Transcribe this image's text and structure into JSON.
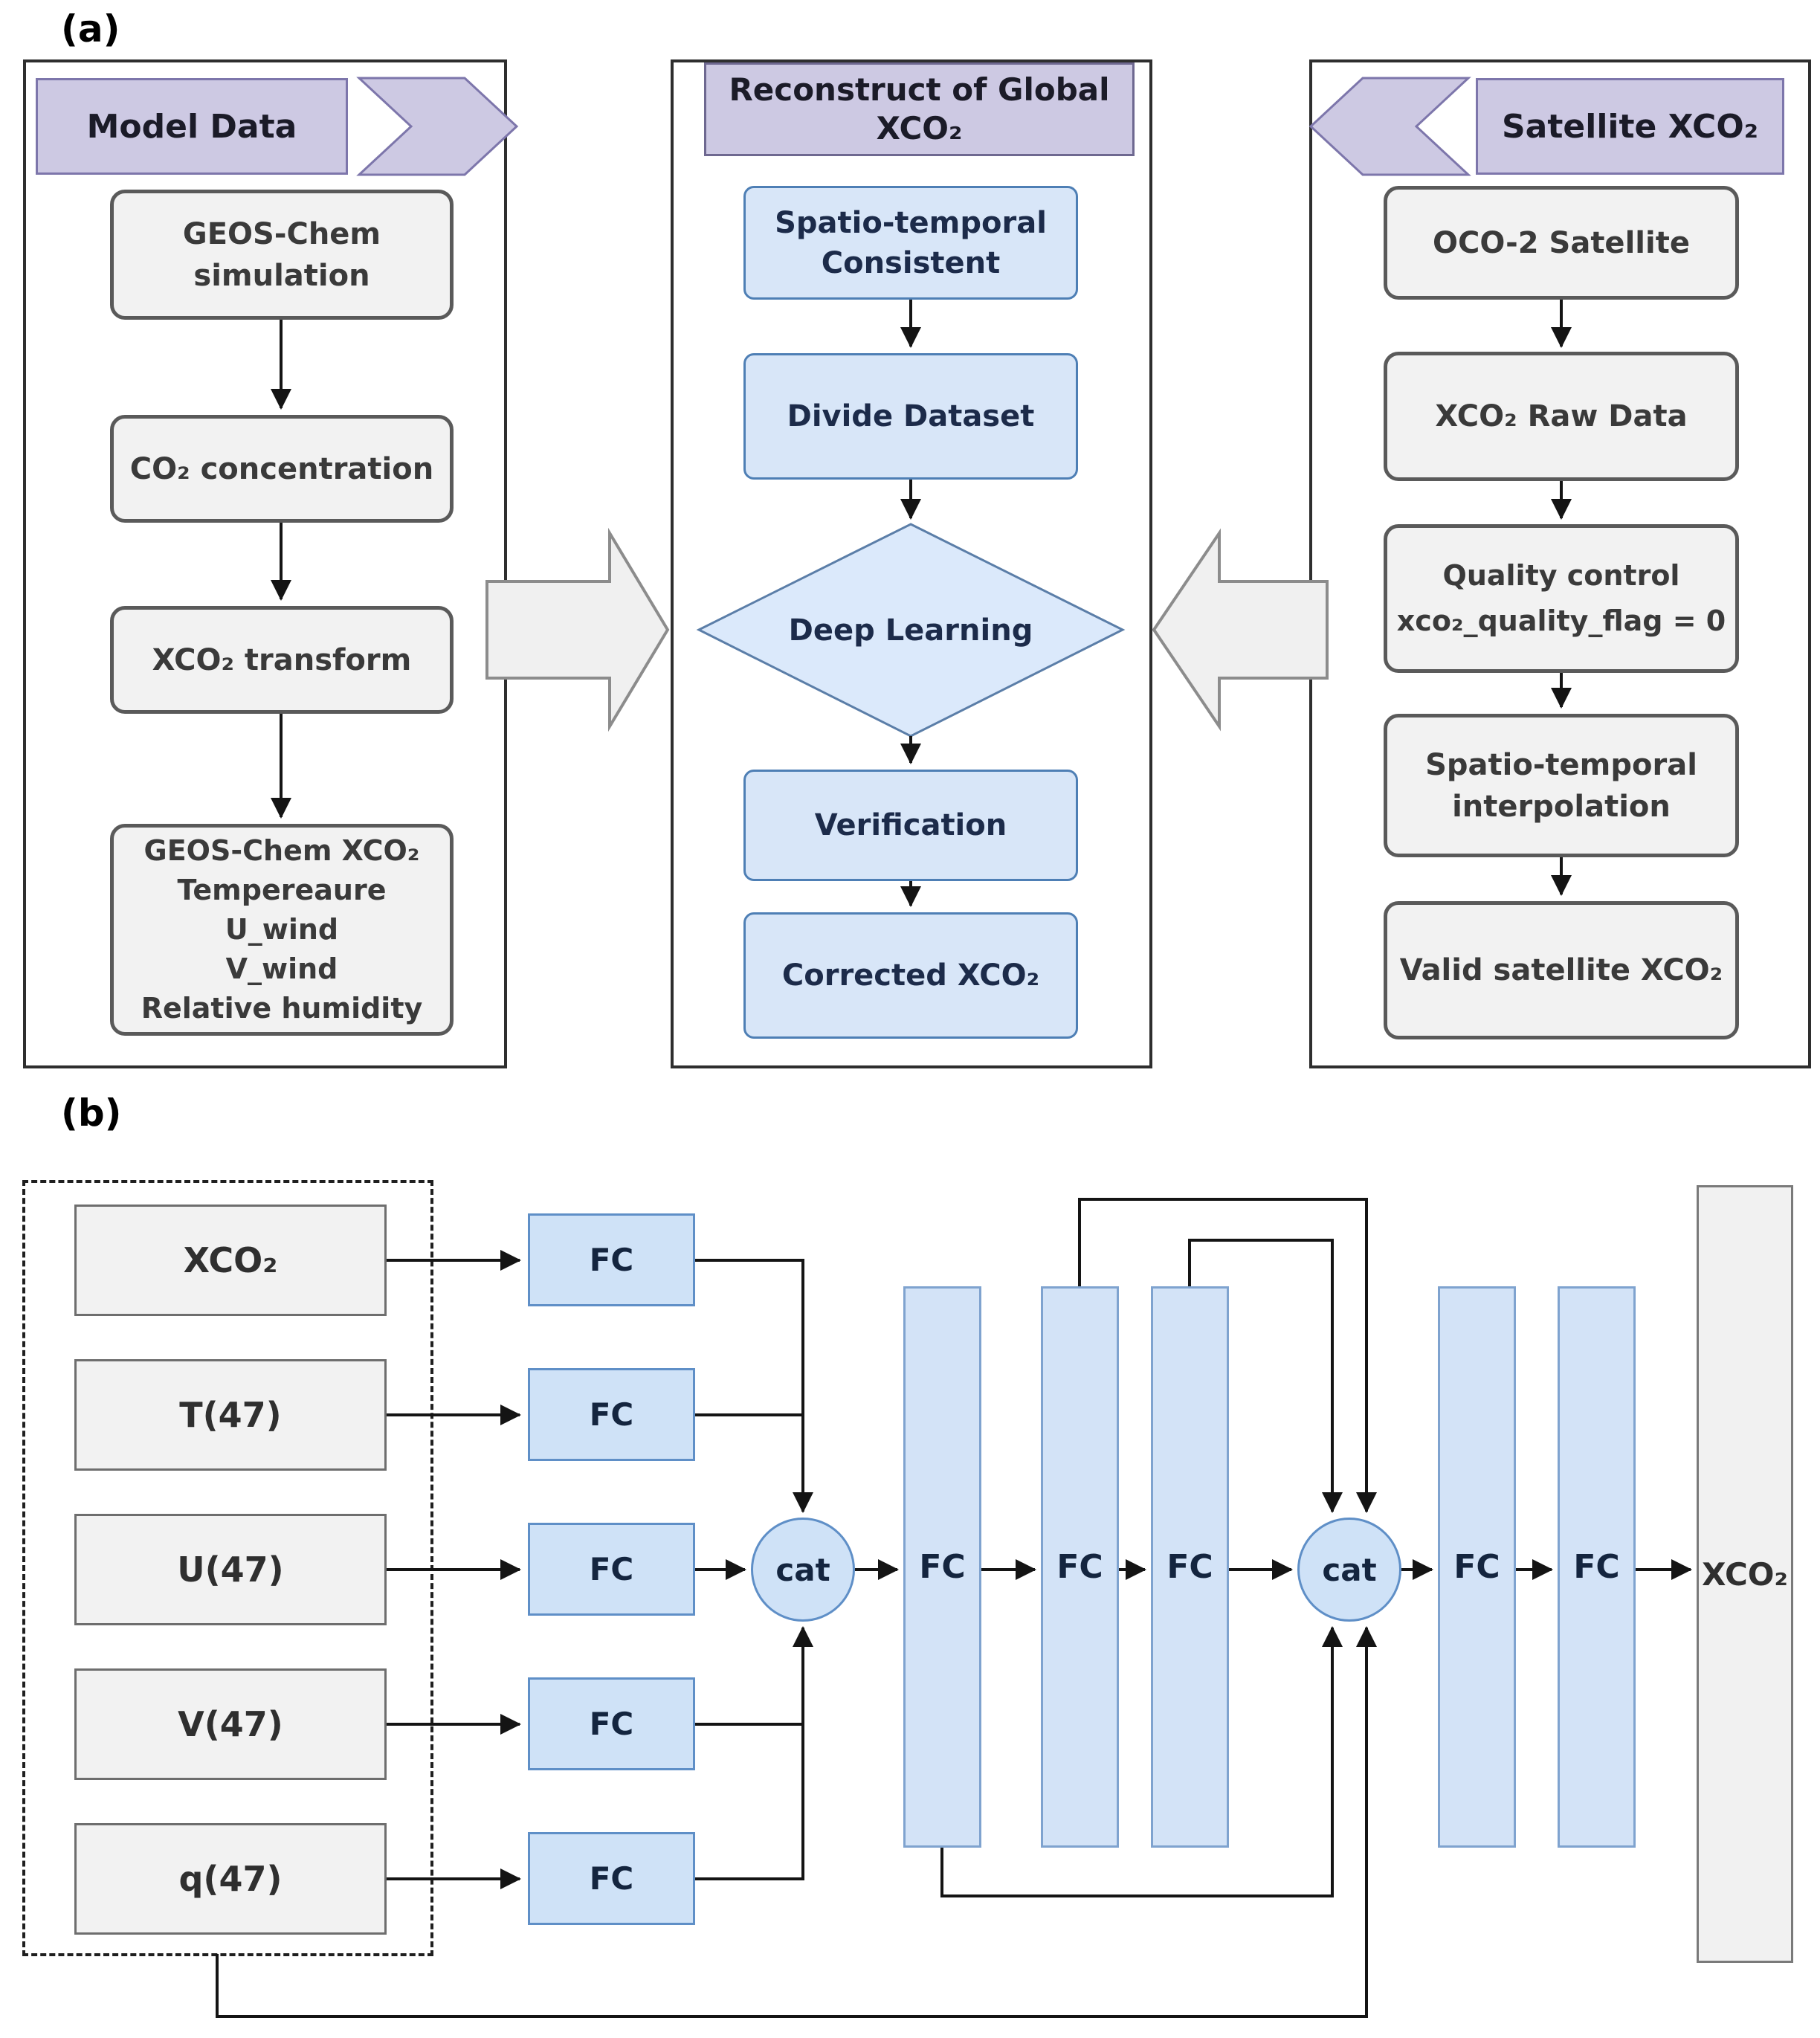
{
  "figure": {
    "panel_a_label": "(a)",
    "panel_b_label": "(b)"
  },
  "model_data": {
    "title": "Model Data",
    "box1": "GEOS-Chem\nsimulation",
    "box2": "CO₂ concentration",
    "box3": "XCO₂ transform",
    "box4": "GEOS-Chem XCO₂\nTempereaure\nU_wind\nV_wind\nRelative humidity"
  },
  "reconstruct": {
    "title": "Reconstruct of Global\nXCO₂",
    "box1": "Spatio-temporal\nConsistent",
    "box2": "Divide Dataset",
    "diamond": "Deep Learning",
    "box3": "Verification",
    "box4": "Corrected  XCO₂"
  },
  "satellite": {
    "title": "Satellite XCO₂",
    "box1": "OCO-2 Satellite",
    "box2": "XCO₂ Raw Data",
    "box3": "Quality control\nxco₂_quality_flag = 0",
    "box4": "Spatio-temporal\ninterpolation",
    "box5": "Valid satellite XCO₂"
  },
  "network": {
    "inputs": [
      "XCO₂",
      "T(47)",
      "U(47)",
      "V(47)",
      "q(47)"
    ],
    "fc": "FC",
    "cat": "cat",
    "output": "XCO₂"
  },
  "colors": {
    "banner_fill": "#cdc9e3",
    "banner_border": "#7d76ab",
    "gray_box_fill": "#f2f2f2",
    "gray_box_border": "#5a5a5a",
    "blue_box_fill": "#d8e6f8",
    "blue_box_border": "#4e7fb5",
    "fc_fill": "#cfe2f7",
    "fc_border": "#5f8fc7",
    "block_arrow_fill": "#f0f0f0",
    "block_arrow_border": "#8c8c8c",
    "line": "#141414"
  }
}
